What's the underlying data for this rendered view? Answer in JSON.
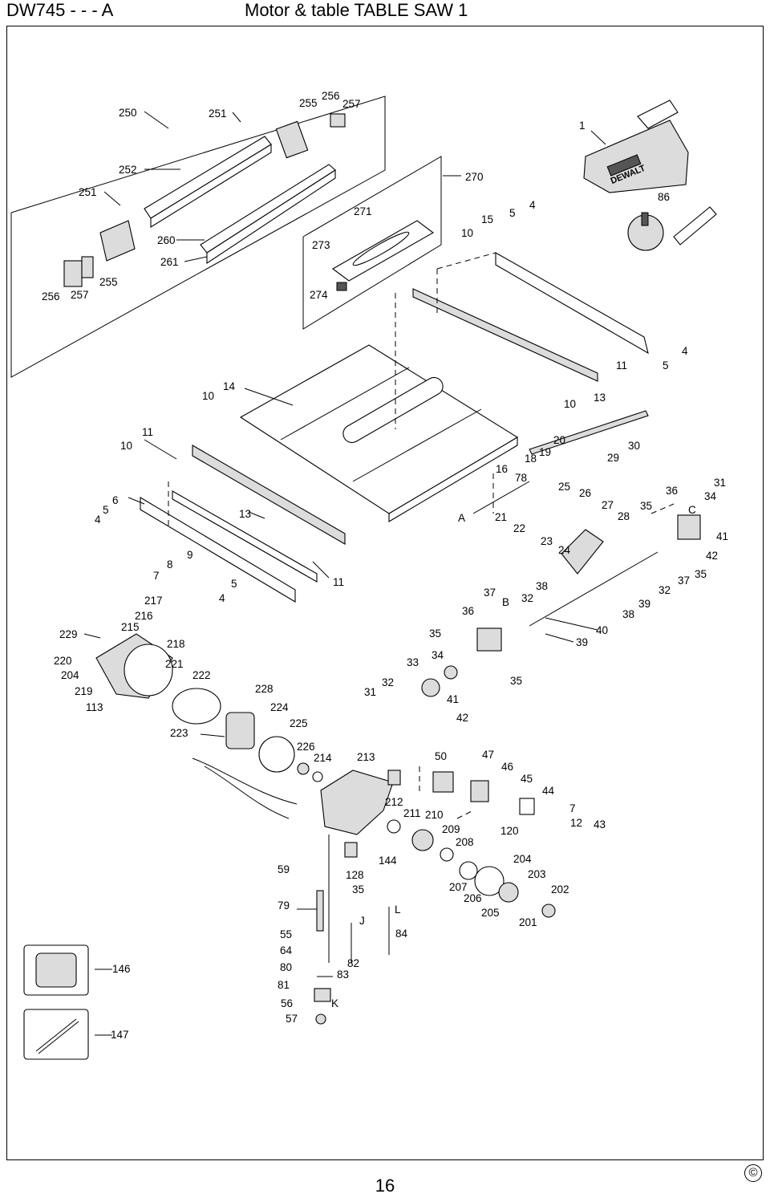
{
  "header": {
    "model": "DW745 - - - A",
    "title": "Motor & table TABLE SAW 1"
  },
  "page_number": "16",
  "copyright_symbol": "©",
  "brand_logo_text": "DEWALT",
  "callouts": [
    "250",
    "251",
    "256",
    "255",
    "257",
    "252",
    "251",
    "260",
    "261",
    "256",
    "257",
    "255",
    "270",
    "271",
    "273",
    "274",
    "1",
    "86",
    "5",
    "4",
    "15",
    "10",
    "11",
    "5",
    "4",
    "13",
    "10",
    "14",
    "10",
    "11",
    "10",
    "6",
    "5",
    "4",
    "13",
    "9",
    "8",
    "7",
    "5",
    "4",
    "11",
    "20",
    "30",
    "19",
    "29",
    "18",
    "16",
    "78",
    "25",
    "26",
    "27",
    "28",
    "36",
    "34",
    "31",
    "35",
    "C",
    "41",
    "42",
    "37",
    "35",
    "A",
    "21",
    "22",
    "23",
    "24",
    "38",
    "37",
    "32",
    "B",
    "36",
    "40",
    "39",
    "38",
    "39",
    "32",
    "217",
    "216",
    "215",
    "229",
    "218",
    "220",
    "221",
    "204",
    "222",
    "219",
    "113",
    "228",
    "224",
    "225",
    "223",
    "35",
    "34",
    "33",
    "32",
    "31",
    "35",
    "41",
    "42",
    "226",
    "214",
    "213",
    "50",
    "47",
    "46",
    "45",
    "44",
    "7",
    "12",
    "43",
    "212",
    "211",
    "210",
    "209",
    "208",
    "120",
    "59",
    "144",
    "128",
    "35",
    "204",
    "203",
    "202",
    "207",
    "206",
    "205",
    "201",
    "79",
    "J",
    "L",
    "55",
    "84",
    "64",
    "82",
    "80",
    "83",
    "81",
    "56",
    "K",
    "57",
    "146",
    "147"
  ]
}
